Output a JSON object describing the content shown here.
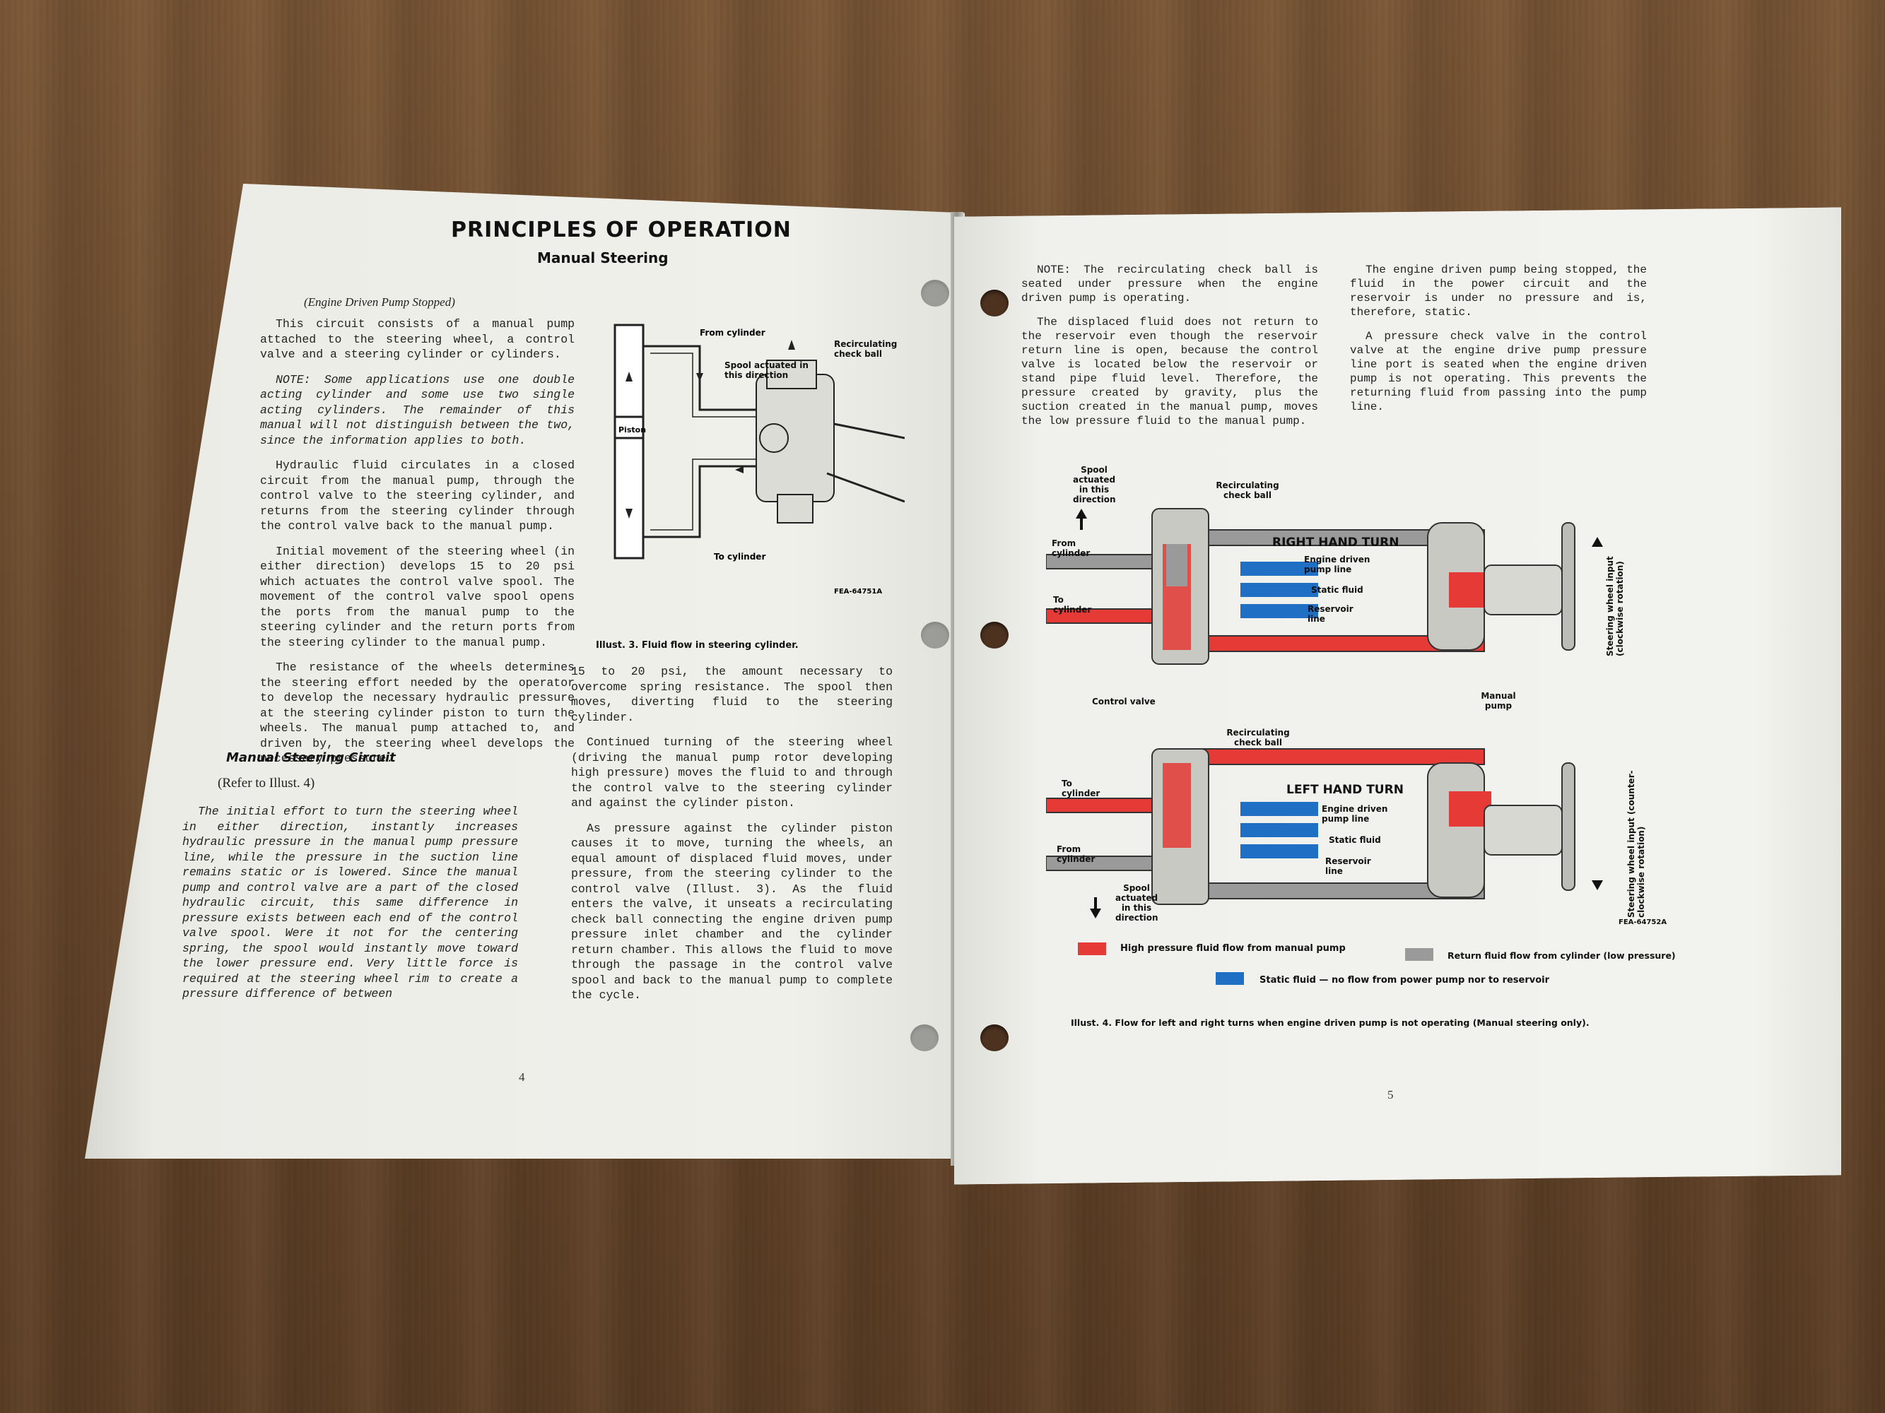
{
  "left_page": {
    "title": "PRINCIPLES OF OPERATION",
    "subtitle": "Manual Steering",
    "section_note": "(Engine Driven Pump Stopped)",
    "col1_paragraphs": [
      "This circuit consists of a manual pump attached to the steering wheel, a control valve and a steering cylinder or cylinders.",
      "NOTE: Some applications use one double acting cylinder and some use two single acting cylinders. The remainder of this manual will not distinguish between the two, since the information applies to both.",
      "Hydraulic fluid circulates in a closed circuit from the manual pump, through the control valve to the steering cylinder, and returns from the steering cylinder through the control valve back to the manual pump.",
      "Initial movement of the steering wheel (in either direction) develops 15 to 20 psi which actuates the control valve spool. The movement of the control valve spool opens the ports from the manual pump to the steering cylinder and the return ports from the steering cylinder to the manual pump.",
      "The resistance of the wheels determines the steering effort needed by the operator to develop the necessary hydraulic pressure at the steering cylinder piston to turn the wheels. The manual pump attached to, and driven by, the steering wheel develops the necessary pressure."
    ],
    "circuit_heading": "Manual Steering Circuit",
    "refer": "(Refer to Illust. 4)",
    "circuit_paragraph": "The initial effort to turn the steering wheel in either direction, instantly increases hydraulic pressure in the manual pump pressure line, while the pressure in the suction line remains static or is lowered. Since the manual pump and control valve are a part of the closed hydraulic circuit, this same difference in pressure exists between each end of the control valve spool. Were it not for the centering spring, the spool would instantly move toward the lower pressure end. Very little force is required at the steering wheel rim to create a pressure difference of between",
    "diagram": {
      "from_cylinder": "From cylinder",
      "to_cylinder": "To cylinder",
      "spool": "Spool actuated in this direction",
      "check_ball": "Recirculating check ball",
      "piston": "Piston",
      "code": "FEA-64751A"
    },
    "caption": "Illust. 3. Fluid flow in steering cylinder.",
    "col2_paragraphs": [
      "15 to 20 psi, the amount necessary to overcome spring resistance. The spool then moves, diverting fluid to the steering cylinder.",
      "Continued turning of the steering wheel (driving the manual pump rotor developing high pressure) moves the fluid to and through the control valve to the steering cylinder and against the cylinder piston.",
      "As pressure against the cylinder piston causes it to move, turning the wheels, an equal amount of displaced fluid moves, under pressure, from the steering cylinder to the control valve (Illust. 3). As the fluid enters the valve, it unseats a recirculating check ball connecting the engine driven pump pressure inlet chamber and the cylinder return chamber. This allows the fluid to move through the passage in the control valve spool and back to the manual pump to complete the cycle."
    ],
    "page_number": "4"
  },
  "right_page": {
    "col1_paragraphs": [
      "NOTE: The recirculating check ball is seated under pressure when the engine driven pump is operating.",
      "The displaced fluid does not return to the reservoir even though the reservoir return line is open, because the control valve is located below the reservoir or stand pipe fluid level. Therefore, the pressure created by gravity, plus the suction created in the manual pump, moves the low pressure fluid to the manual pump."
    ],
    "col2_paragraphs": [
      "The engine driven pump being stopped, the fluid in the power circuit and the reservoir is under no pressure and is, therefore, static.",
      "A pressure check valve in the control valve at the engine drive pump pressure line port is seated when the engine driven pump is not operating. This prevents the returning fluid from passing into the pump line."
    ],
    "diagram": {
      "right_turn": "RIGHT HAND TURN",
      "left_turn": "LEFT HAND TURN",
      "spool_top": "Spool actuated in this direction",
      "spool_bottom": "Spool actuated in this direction",
      "check_ball_top": "Recirculating check ball",
      "check_ball_bottom": "Recirculating check ball",
      "from_cyl_top": "From cylinder",
      "to_cyl_top": "To cylinder",
      "to_cyl_bottom": "To cylinder",
      "from_cyl_bottom": "From cylinder",
      "engine_pump_top": "Engine driven pump line",
      "static_top": "Static fluid",
      "reservoir_top": "Reservoir line",
      "engine_pump_bottom": "Engine driven pump line",
      "static_bottom": "Static fluid",
      "reservoir_bottom": "Reservoir line",
      "control_valve": "Control valve",
      "manual_pump": "Manual pump",
      "wheel_input_top": "Steering wheel input (clockwise rotation)",
      "wheel_input_bottom": "Steering wheel input (counter-clockwise rotation)",
      "code": "FEA-64752A"
    },
    "legend": {
      "high": "High pressure fluid flow from manual pump",
      "return": "Return fluid flow from cylinder (low pressure)",
      "static": "Static fluid — no flow from power pump nor to reservoir",
      "colors": {
        "high": "#e53a36",
        "return": "#9a9a9a",
        "static": "#1f6fc4"
      }
    },
    "caption": "Illust. 4. Flow for left and right turns when engine driven pump is not operating (Manual steering only).",
    "page_number": "5"
  }
}
